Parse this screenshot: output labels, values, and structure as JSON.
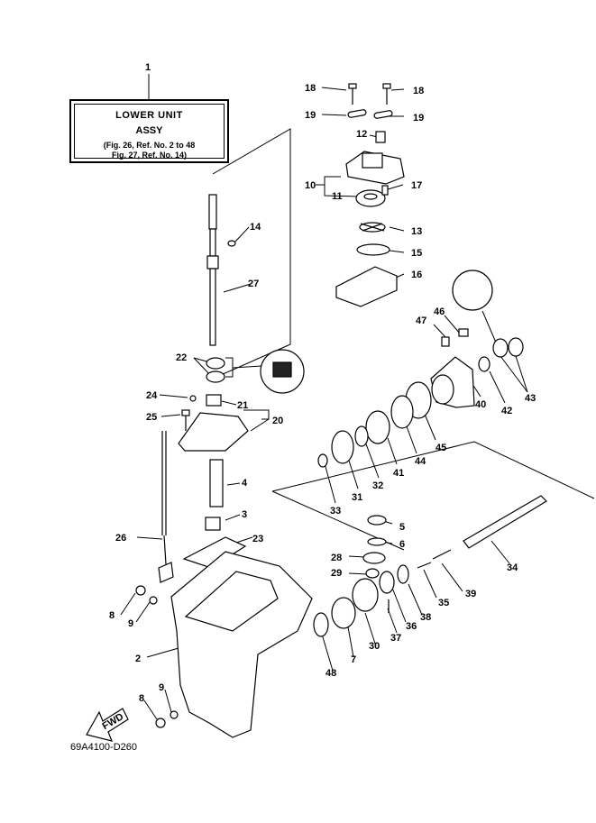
{
  "label_box": {
    "ref": "1",
    "title": "LOWER UNIT",
    "subtitle": "ASSY",
    "ref_line_1": "(Fig. 26, Ref. No. 2 to 48",
    "ref_line_2": "Fig. 27, Ref. No. 14)"
  },
  "drawing_code": "69A4100-D260",
  "fwd_label": "FWD",
  "callouts": {
    "c18a": "18",
    "c18b": "18",
    "c19a": "19",
    "c19b": "19",
    "c12": "12",
    "c10": "10",
    "c11": "11",
    "c17": "17",
    "c13": "13",
    "c15": "15",
    "c16": "16",
    "c14": "14",
    "c27": "27",
    "c22": "22",
    "c21": "21",
    "c20": "20",
    "c24": "24",
    "c25": "25",
    "c4": "4",
    "c3": "3",
    "c23": "23",
    "c26": "26",
    "c8a": "8",
    "c9a": "9",
    "c2": "2",
    "c8b": "8",
    "c9b": "9",
    "c46": "46",
    "c47": "47",
    "c43": "43",
    "c42": "42",
    "c40": "40",
    "c45": "45",
    "c44": "44",
    "c41": "41",
    "c32": "32",
    "c31": "31",
    "c33": "33",
    "c5": "5",
    "c6": "6",
    "c34": "34",
    "c28": "28",
    "c29": "29",
    "c39": "39",
    "c35": "35",
    "c38": "38",
    "c36": "36",
    "c37": "37",
    "c30": "30",
    "c7": "7",
    "c48": "48"
  }
}
